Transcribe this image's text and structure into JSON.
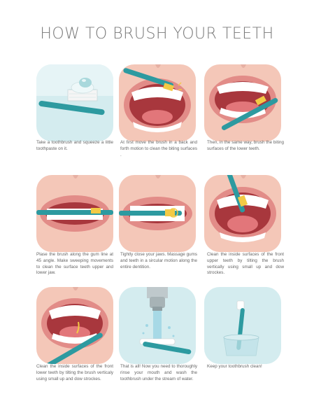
{
  "title": "HOW TO BRUSH YOUR TEETH",
  "steps": [
    {
      "caption": "Take a toothbrush and squeeze a little toothpaste on it.",
      "icon": "toothbrush-with-toothpaste"
    },
    {
      "caption": "At first move the brush in a back and forth motion to clean the biting surfaces .",
      "icon": "brushing-upper-biting-surfaces"
    },
    {
      "caption": "Then, in the same way, brush the biting surfaces of the lower teeth.",
      "icon": "brushing-lower-biting-surfaces"
    },
    {
      "caption": "Plase the brush along the gum line at 45 angle. Make sweeping movements to clean the surface teeth upper and lower jaw.",
      "icon": "brushing-gum-line"
    },
    {
      "caption": "Tightly close your jaws. Massage gums and teeth in a sircular motion along the entire dentition.",
      "icon": "brushing-closed-teeth-circular"
    },
    {
      "caption": "Clean the inside surfaces of the front upper teeth by tilting the brush vertically using small up and dow strockes.",
      "icon": "brushing-inner-upper-teeth"
    },
    {
      "caption": "Clean the inside surfaces of the front lower teeth by tilting the brush verticaly using small up and dow strockes.",
      "icon": "brushing-inner-lower-teeth"
    },
    {
      "caption": "That is all! Now you need to thoroughly rinse your mouth and wash the toothbrush under the stream of water.",
      "icon": "rinsing-toothbrush-under-tap"
    },
    {
      "caption": "Keep your toothbrush clean!",
      "icon": "toothbrush-in-glass"
    }
  ],
  "colors": {
    "skin": "#f4c7b8",
    "lip": "#e28c88",
    "mouth": "#a8373d",
    "tongue": "#e2767a",
    "teeth": "#ffffff",
    "brush": "#2d9aa0",
    "background_panel": "#d4ecef",
    "bristles": "#f3ca45"
  }
}
